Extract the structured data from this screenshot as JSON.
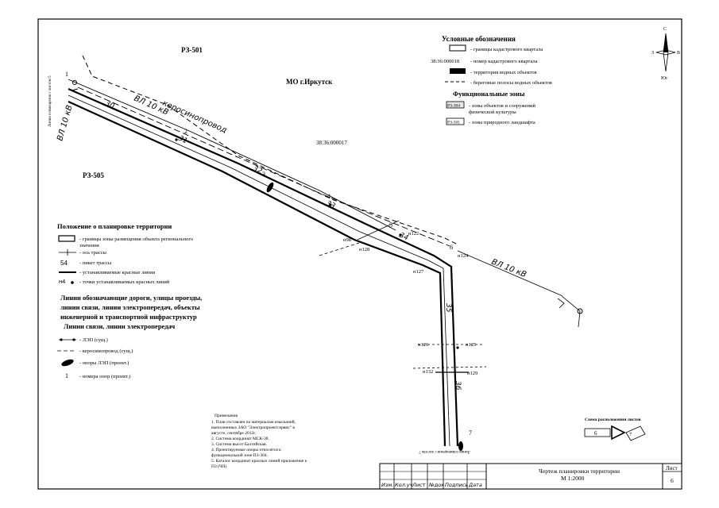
{
  "map": {
    "zone_top_left": "РЗ-501",
    "zone_left": "РЗ-505",
    "municipality": "МО г.Иркутск",
    "kvartal_main": "38:36:000017",
    "line_vl_top": "ВЛ 10 кВ",
    "line_vl_left": "ВЛ 10 кВ",
    "line_vl_right": "ВЛ 10 кВ",
    "line_kerosine": "керосинопровод",
    "left_vertical_note": "Линия совмещения с листом 5",
    "bottom_vertical_note": "Линия совмещения с листом 7",
    "pickets": [
      "30",
      "31",
      "32",
      "33",
      "34",
      "35",
      "36"
    ],
    "support_numbers": [
      "1",
      "2",
      "3",
      "4",
      "5",
      "6",
      "7"
    ],
    "points": {
      "n98": "н98",
      "n128": "н128",
      "n122": "н122",
      "n124": "н124",
      "n127": "н127",
      "n126": "н126",
      "n125": "н125",
      "n132": "н132",
      "n129": "н129"
    }
  },
  "compass": {
    "north": "С",
    "south": "Юг",
    "west": "З",
    "east": "В"
  },
  "legend": {
    "title": "Условные обозначения",
    "items": [
      {
        "symbol": "",
        "text": "- границы кадастрового квартала"
      },
      {
        "symbol": "38:36:000018",
        "text": "- номер кадастрового квартала"
      },
      {
        "symbol": "",
        "text": "- территория водных объектов"
      },
      {
        "symbol": "",
        "text": "- береговые полосы водных объектов"
      }
    ],
    "zones_title": "Функциональные зоны",
    "zones": [
      {
        "symbol": "РЗ-304",
        "text1": "- зоны объектов и сооружений",
        "text2": "физической культуры"
      },
      {
        "symbol": "РЗ-501",
        "text1": "- зоны природного ландшафта",
        "text2": ""
      }
    ]
  },
  "planning": {
    "title": "Положение о планировке территории",
    "items": [
      {
        "symbol": "",
        "text1": "- границы зоны размещения объекта регионального",
        "text2": "значения"
      },
      {
        "symbol": "",
        "text1": "- ось трассы",
        "text2": ""
      },
      {
        "symbol": "54",
        "text1": "- пикет трассы",
        "text2": ""
      },
      {
        "symbol": "",
        "text1": "- устанавливаемые красные линии",
        "text2": ""
      },
      {
        "symbol": "н4",
        "text1": "- точки устанавливаемых красных линий",
        "text2": ""
      }
    ]
  },
  "lines_section": {
    "title_lines": [
      "Линии обозначающие дороги, улицы проезды,",
      "линии связи, линии электропередач, объекты",
      "инженерной и транспортной инфраструктур"
    ],
    "subtitle": "Линии связи, линии электропередач",
    "items": [
      {
        "symbol": "",
        "text": "- ЛЭП (сущ.)"
      },
      {
        "symbol": "",
        "text": "- керосинопровод (сущ.)"
      },
      {
        "symbol": "",
        "text": "- опоры ЛЭП (проект.)"
      },
      {
        "symbol": "1",
        "text": "- номера опор (проект.)"
      }
    ]
  },
  "notes": {
    "title": "Примечания",
    "lines": [
      "1. План составлен по материалам изысканий,",
      "выполненных ЗАО \"Электропроектсервис\" в",
      "августе, сентябре 2012г.",
      "2. Система координат МСК-38.",
      "3. Система высот Балтийская.",
      "4. Проектируемые опоры относятся к",
      "функциональной зоне ПЗ-304.",
      "5. Каталог координат красных линий приложение к",
      "ПЗ (ЧII)"
    ]
  },
  "sheet_scheme": {
    "title": "Схема расположения листов",
    "left_sheet": "6",
    "right_sheet": "7"
  },
  "title_block": {
    "columns": [
      "Изм.",
      "Кол.уч",
      "Лист",
      "№док",
      "Подпись",
      "Дата"
    ],
    "drawing_title": "Чертеж планировки территории",
    "scale": "М 1:2000",
    "sheet_label": "Лист",
    "sheet_number": "6"
  }
}
